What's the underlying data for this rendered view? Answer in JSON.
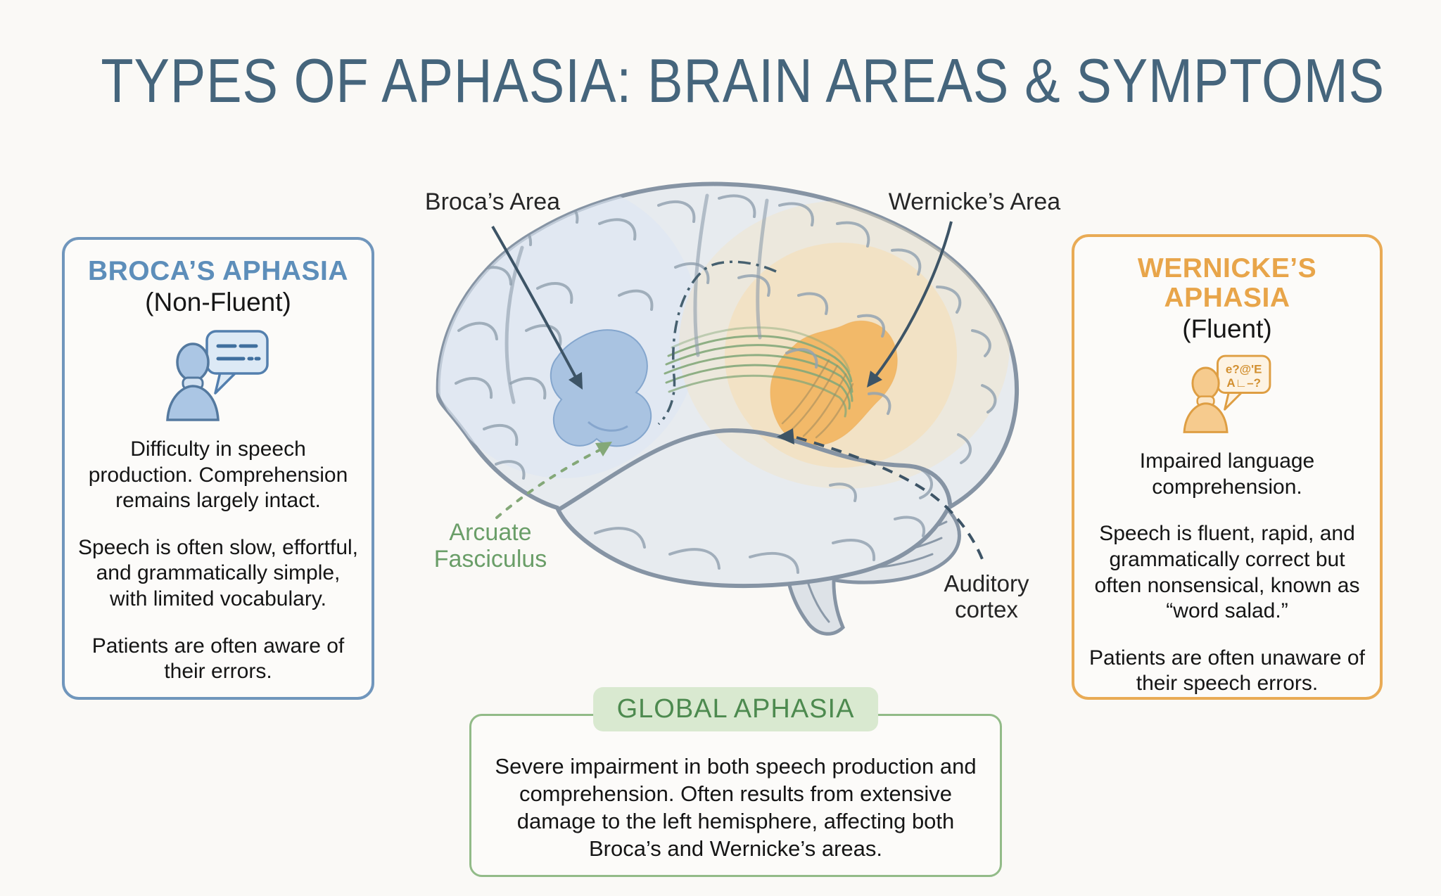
{
  "title": "TYPES OF APHASIA: BRAIN AREAS & SYMPTOMS",
  "colors": {
    "title_slate": "#45657c",
    "broca_blue": "#5d8eba",
    "broca_region": "#a4bfe0",
    "wernicke_orange": "#e8a54a",
    "wernicke_region": "#f2b765",
    "arcuate_green": "#6a9e68",
    "global_green": "#4d8a4f",
    "brain_outline": "#8694a4"
  },
  "brain": {
    "labels": {
      "broca": "Broca’s Area",
      "wernicke": "Wernicke’s Area",
      "arcuate": "Arcuate\nFasciculus",
      "auditory": "Auditory\ncortex"
    }
  },
  "boxes": {
    "broca": {
      "title": "BROCA’S APHASIA",
      "subtitle": "(Non-Fluent)",
      "paragraphs": [
        "Difficulty in speech production. Comprehension remains largely intact.",
        "Speech is often slow, effortful, and grammatically simple, with limited vocabulary.",
        "Patients are often aware of their errors."
      ]
    },
    "wernicke": {
      "title": "WERNICKE’S APHASIA",
      "subtitle": "(Fluent)",
      "bubble_line1": "e?@'E",
      "bubble_line2": "A∟–?",
      "paragraphs": [
        "Impaired language comprehension.",
        "Speech is fluent, rapid, and grammatically correct but often nonsensical, known as “word salad.”",
        "Patients are often unaware of their speech errors."
      ]
    },
    "global": {
      "title": "GLOBAL APHASIA",
      "body": "Severe impairment in both speech production and comprehension. Often results from extensive damage to the left hemisphere, affecting both Broca’s and Wernicke’s areas."
    }
  }
}
